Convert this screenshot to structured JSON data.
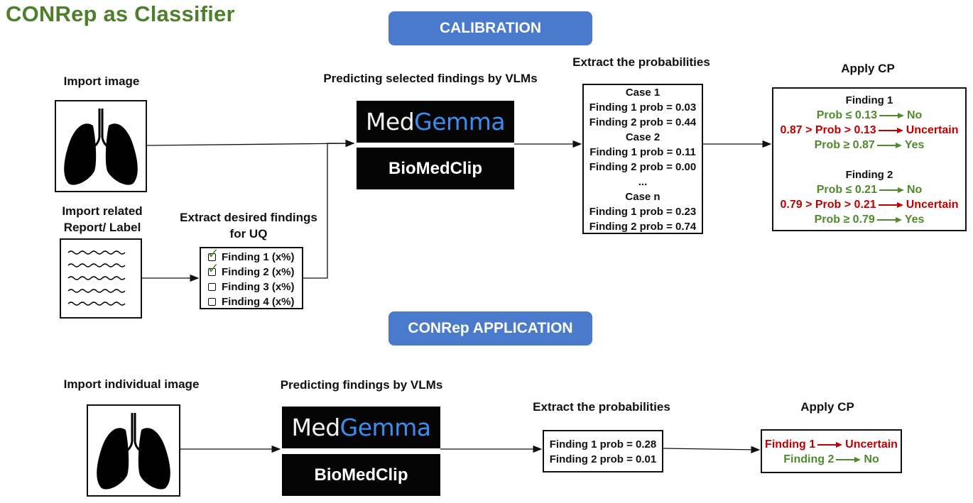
{
  "title": "CONRep as Classifier",
  "calibration": {
    "header": "CALIBRATION",
    "import_image_label": "Import image",
    "import_report_label": [
      "Import related",
      "Report/ Label"
    ],
    "extract_findings_label": [
      "Extract desired findings",
      "for UQ"
    ],
    "findings_checklist": [
      {
        "label": "Finding 1 (x%)",
        "checked": true
      },
      {
        "label": "Finding 2 (x%)",
        "checked": true
      },
      {
        "label": "Finding 3 (x%)",
        "checked": false
      },
      {
        "label": "Finding 4 (x%)",
        "checked": false
      }
    ],
    "predict_label": "Predicting selected findings by VLMs",
    "vlm_1": {
      "part1": "Med",
      "part2": "Gemma"
    },
    "vlm_2": "BioMedClip",
    "extract_prob_label": "Extract the probabilities",
    "probabilities": [
      "Case 1",
      "Finding 1 prob = 0.03",
      "Finding 2 prob = 0.44",
      "Case 2",
      "Finding 1 prob = 0.11",
      "Finding 2 prob = 0.00",
      "...",
      "Case n",
      "Finding 1 prob = 0.23",
      "Finding 2 prob = 0.74"
    ],
    "apply_cp_label": "Apply CP",
    "cp": [
      {
        "finding": "Finding 1",
        "rules": [
          {
            "condition": "Prob ≤ 0.13",
            "result": "No",
            "color": "#4f8a2d"
          },
          {
            "condition": "0.87 > Prob > 0.13",
            "result": "Uncertain",
            "color": "#c00000"
          },
          {
            "condition": "Prob ≥ 0.87",
            "result": "Yes",
            "color": "#4f8a2d"
          }
        ]
      },
      {
        "finding": "Finding 2",
        "rules": [
          {
            "condition": "Prob ≤ 0.21",
            "result": "No",
            "color": "#4f8a2d"
          },
          {
            "condition": "0.79 > Prob > 0.21",
            "result": "Uncertain",
            "color": "#c00000"
          },
          {
            "condition": "Prob ≥ 0.79",
            "result": "Yes",
            "color": "#4f8a2d"
          }
        ]
      }
    ]
  },
  "application": {
    "header": "CONRep APPLICATION",
    "import_image_label": "Import individual image",
    "predict_label": "Predicting findings by VLMs",
    "vlm_1": {
      "part1": "Med",
      "part2": "Gemma"
    },
    "vlm_2": "BioMedClip",
    "extract_prob_label": "Extract the probabilities",
    "probabilities": [
      "Finding 1 prob = 0.28",
      "Finding 2 prob = 0.01"
    ],
    "apply_cp_label": "Apply CP",
    "results": [
      {
        "finding": "Finding 1",
        "result": "Uncertain",
        "color": "#c00000"
      },
      {
        "finding": "Finding 2",
        "result": "No",
        "color": "#4f8a2d"
      }
    ]
  },
  "colors": {
    "accent_blue": "#4a7acb",
    "title_green": "#4f7f2d",
    "yes_no_green": "#4f8a2d",
    "uncertain_red": "#c00000"
  }
}
